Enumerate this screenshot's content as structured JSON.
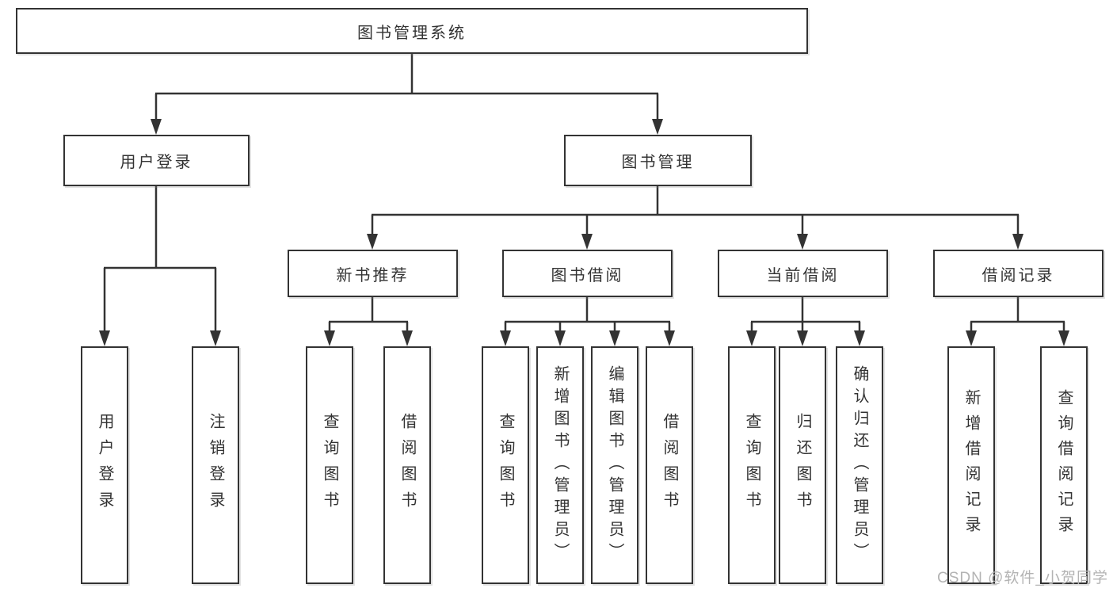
{
  "diagram": {
    "title": "图书管理系统",
    "level2": {
      "user_login": "用户登录",
      "book_management": "图书管理"
    },
    "level3": {
      "new_book_recommend": "新书推荐",
      "book_borrow": "图书借阅",
      "current_borrow": "当前借阅",
      "borrow_records": "借阅记录"
    },
    "leaves": {
      "user_login": [
        "用户登录",
        "注销登录"
      ],
      "new_book_recommend": [
        "查询图书",
        "借阅图书"
      ],
      "book_borrow": [
        "查询图书",
        "新增图书（管理员）",
        "编辑图书（管理员）",
        "借阅图书"
      ],
      "current_borrow": [
        "查询图书",
        "归还图书",
        "确认归还（管理员）"
      ],
      "borrow_records": [
        "新增借阅记录",
        "查询借阅记录"
      ]
    },
    "watermark": "CSDN @软件_小贺同学",
    "colors": {
      "line": "#333333",
      "text": "#333333",
      "box_background": "#ffffff",
      "watermark": "#b3b3b3",
      "background": "#ffffff"
    }
  }
}
